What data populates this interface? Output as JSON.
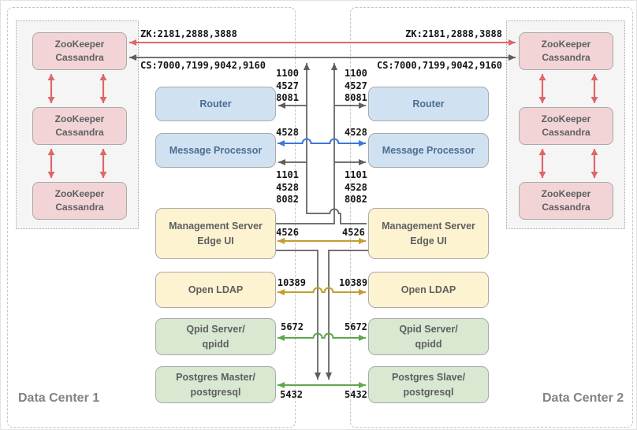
{
  "dc1": {
    "title": "Data Center 1",
    "cluster_nodes": [
      "ZooKeeper\nCassandra",
      "ZooKeeper\nCassandra",
      "ZooKeeper\nCassandra"
    ],
    "components": {
      "router": "Router",
      "message_processor": "Message Processor",
      "management_server": "Management Server\nEdge UI",
      "open_ldap": "Open LDAP",
      "qpid": "Qpid Server/\nqpidd",
      "postgres": "Postgres Master/\npostgresql"
    }
  },
  "dc2": {
    "title": "Data Center 2",
    "cluster_nodes": [
      "ZooKeeper\nCassandra",
      "ZooKeeper\nCassandra",
      "ZooKeeper\nCassandra"
    ],
    "components": {
      "router": "Router",
      "message_processor": "Message Processor",
      "management_server": "Management Server\nEdge UI",
      "open_ldap": "Open LDAP",
      "qpid": "Qpid Server/\nqpidd",
      "postgres": "Postgres Slave/\npostgresql"
    }
  },
  "connection_labels": {
    "zookeeper_ports": "ZK:2181,2888,3888",
    "cassandra_ports": "CS:7000,7199,9042,9160",
    "router_ports": "1100\n4527\n8081",
    "message_processor_port_blue": "4528",
    "message_processor_ports": "1101\n4528\n8082",
    "management_port": "4526",
    "ldap_port": "10389",
    "qpid_port": "5672",
    "postgres_port": "5432"
  },
  "colors": {
    "pink_node_fill": "#f2d4d6",
    "blue_node_fill": "#d0e2f2",
    "yellow_node_fill": "#fdf3d0",
    "green_node_fill": "#d9e8d1",
    "node_border": "#a9a9a9",
    "node_text": "#5d5f61",
    "blue_node_text": "#4c6e93",
    "cluster_bg": "#f5f5f5",
    "cluster_border": "#a8a8a8",
    "dc_border": "#c5c5c5",
    "dc_title": "#838383",
    "label_text": "#141414",
    "line_gray": "#5e5e5e",
    "line_red": "#e06668",
    "line_blue": "#3e78d8",
    "line_gold": "#c69b2e",
    "line_green": "#5ea74b"
  }
}
